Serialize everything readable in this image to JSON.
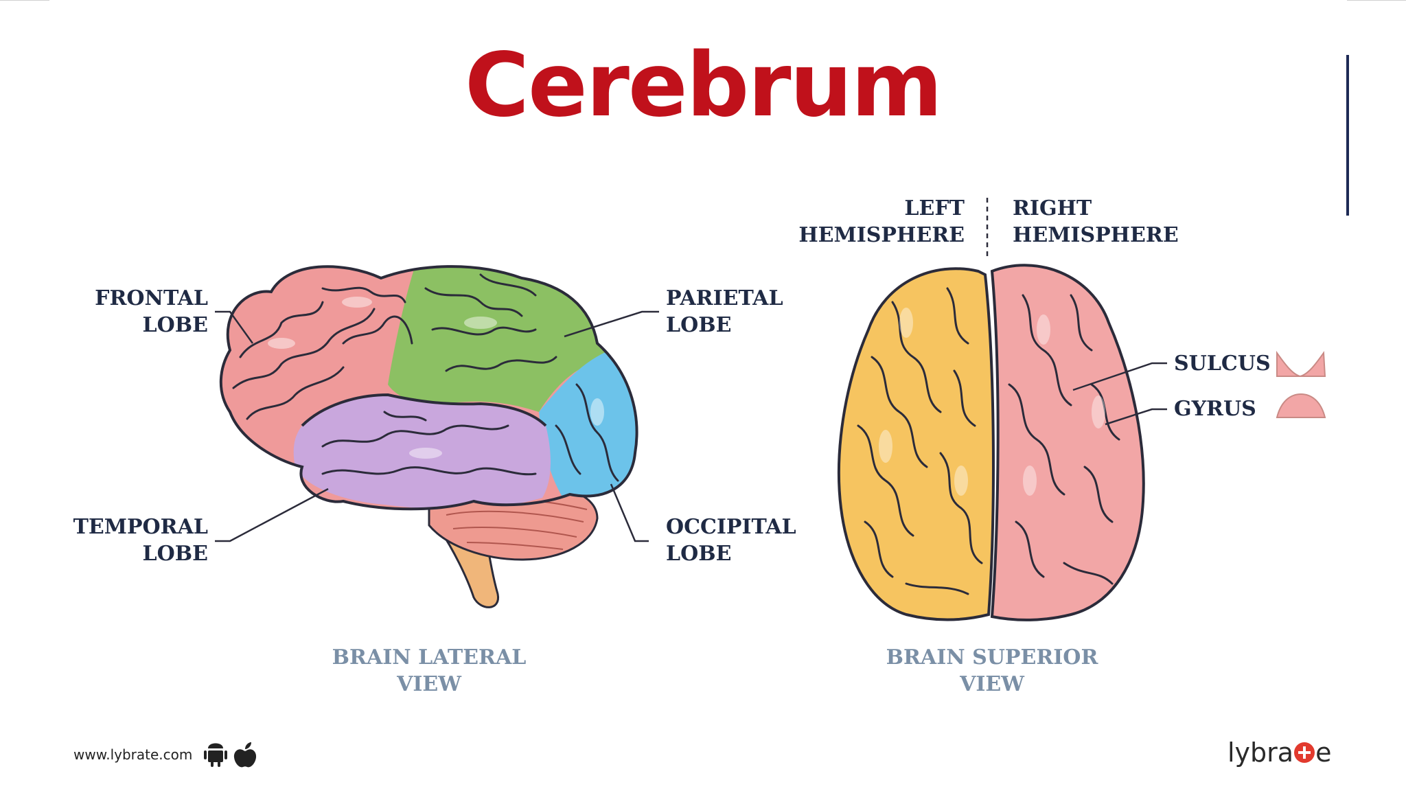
{
  "title": "Cerebrum",
  "lateral_view": {
    "frontal_lobe": [
      "FRONTAL",
      "LOBE"
    ],
    "parietal_lobe": [
      "PARIETAL",
      "LOBE"
    ],
    "temporal_lobe": [
      "TEMPORAL",
      "LOBE"
    ],
    "occipital_lobe": [
      "OCCIPITAL",
      "LOBE"
    ],
    "caption": [
      "BRAIN LATERAL",
      "VIEW"
    ]
  },
  "superior_view": {
    "left_hemisphere": [
      "LEFT",
      "HEMISPHERE"
    ],
    "right_hemisphere": [
      "RIGHT",
      "HEMISPHERE"
    ],
    "sulcus": "SULCUS",
    "gyrus": "GYRUS",
    "caption": [
      "BRAIN SUPERIOR",
      "VIEW"
    ]
  },
  "footer": {
    "url": "www.lybrate.com",
    "icons": [
      "android-icon",
      "apple-icon"
    ],
    "logo_left": "lybra",
    "logo_right": "e"
  },
  "colors": {
    "title": "#c0111b",
    "frontal": "#ef9a9a",
    "parietal": "#8cc063",
    "temporal": "#c9a7dd",
    "occipital": "#6cc3ea",
    "cerebellum": "#ee9a90",
    "brainstem": "#f0b67a",
    "left_hemisphere": "#f6c460",
    "right_hemisphere": "#f2a6a6",
    "label": "#1f2a44",
    "caption": "#7a8fa6"
  }
}
